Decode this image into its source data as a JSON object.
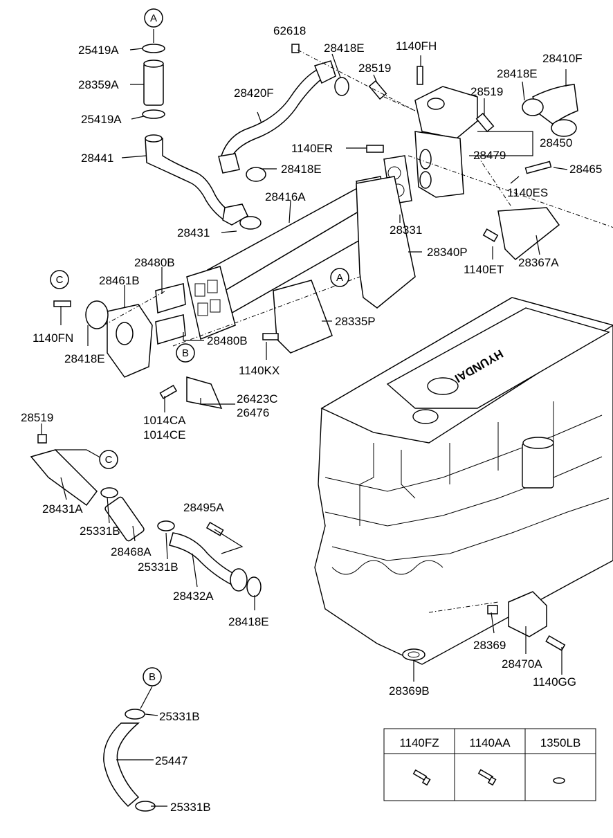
{
  "refs": {
    "a": "A",
    "b": "B",
    "c": "C"
  },
  "parts": {
    "p25419A_1": "25419A",
    "p28359A": "28359A",
    "p25419A_2": "25419A",
    "p28441": "28441",
    "p62618": "62618",
    "p28418E_top": "28418E",
    "p1140FH": "1140FH",
    "p28519_top": "28519",
    "p28420F": "28420F",
    "p28418E_r": "28418E",
    "p28410F": "28410F",
    "p28519_r": "28519",
    "p28450": "28450",
    "p1140ER": "1140ER",
    "p28479": "28479",
    "p28418E_mid": "28418E",
    "p28465": "28465",
    "p1140ES": "1140ES",
    "p28416A": "28416A",
    "p28431": "28431",
    "p28331": "28331",
    "p28340P": "28340P",
    "p1140ET": "1140ET",
    "p28367A": "28367A",
    "p28480B_1": "28480B",
    "p28461B": "28461B",
    "p1140FN": "1140FN",
    "p28418E_l": "28418E",
    "p28335P": "28335P",
    "p28480B_2": "28480B",
    "p1140KX": "1140KX",
    "p26423C": "26423C",
    "p26476": "26476",
    "p1014CA": "1014CA",
    "p1014CE": "1014CE",
    "p28519_l": "28519",
    "p28431A": "28431A",
    "p25331B_1": "25331B",
    "p28468A": "28468A",
    "p28495A": "28495A",
    "p25331B_2": "25331B",
    "p28432A": "28432A",
    "p28418E_bot": "28418E",
    "p28369": "28369",
    "p28470A": "28470A",
    "p1140GG": "1140GG",
    "p28369B": "28369B",
    "p25331B_3": "25331B",
    "p25447": "25447",
    "p25331B_4": "25331B"
  },
  "engine_brand": "HYUNDAI",
  "table": {
    "headers": [
      "1140FZ",
      "1140AA",
      "1350LB"
    ]
  }
}
